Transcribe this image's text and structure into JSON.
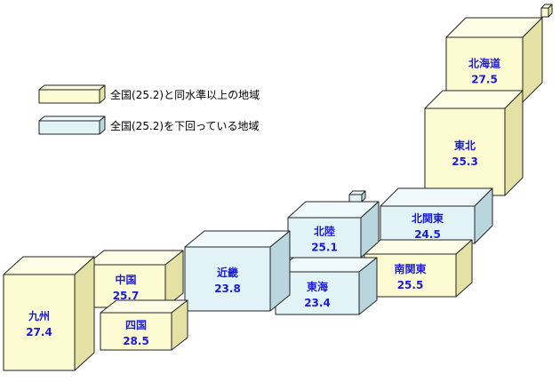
{
  "colors": {
    "above_front": "#fdfbd1",
    "above_top": "#fefde6",
    "above_side": "#e4e1a4",
    "below_front": "#e2f4f8",
    "below_top": "#f0fafc",
    "below_side": "#b9d6de",
    "edge": "#222222",
    "label": "#1a1adb"
  },
  "legend": {
    "above_label": "全国(25.2)と同水準以上の地域",
    "below_label": "全国(25.2)を下回っている地域"
  },
  "regions": [
    {
      "id": "hokkaido",
      "name": "北海道",
      "value": "27.5",
      "category": "above"
    },
    {
      "id": "tohoku",
      "name": "東北",
      "value": "25.3",
      "category": "above"
    },
    {
      "id": "kita-kanto",
      "name": "北関東",
      "value": "24.5",
      "category": "below"
    },
    {
      "id": "minami-kanto",
      "name": "南関東",
      "value": "25.5",
      "category": "above"
    },
    {
      "id": "hokuriku",
      "name": "北陸",
      "value": "25.1",
      "category": "below"
    },
    {
      "id": "tokai",
      "name": "東海",
      "value": "23.4",
      "category": "below"
    },
    {
      "id": "kinki",
      "name": "近畿",
      "value": "23.8",
      "category": "below"
    },
    {
      "id": "chugoku",
      "name": "中国",
      "value": "25.7",
      "category": "above"
    },
    {
      "id": "shikoku",
      "name": "四国",
      "value": "28.5",
      "category": "above"
    },
    {
      "id": "kyushu",
      "name": "九州",
      "value": "27.4",
      "category": "above"
    }
  ]
}
